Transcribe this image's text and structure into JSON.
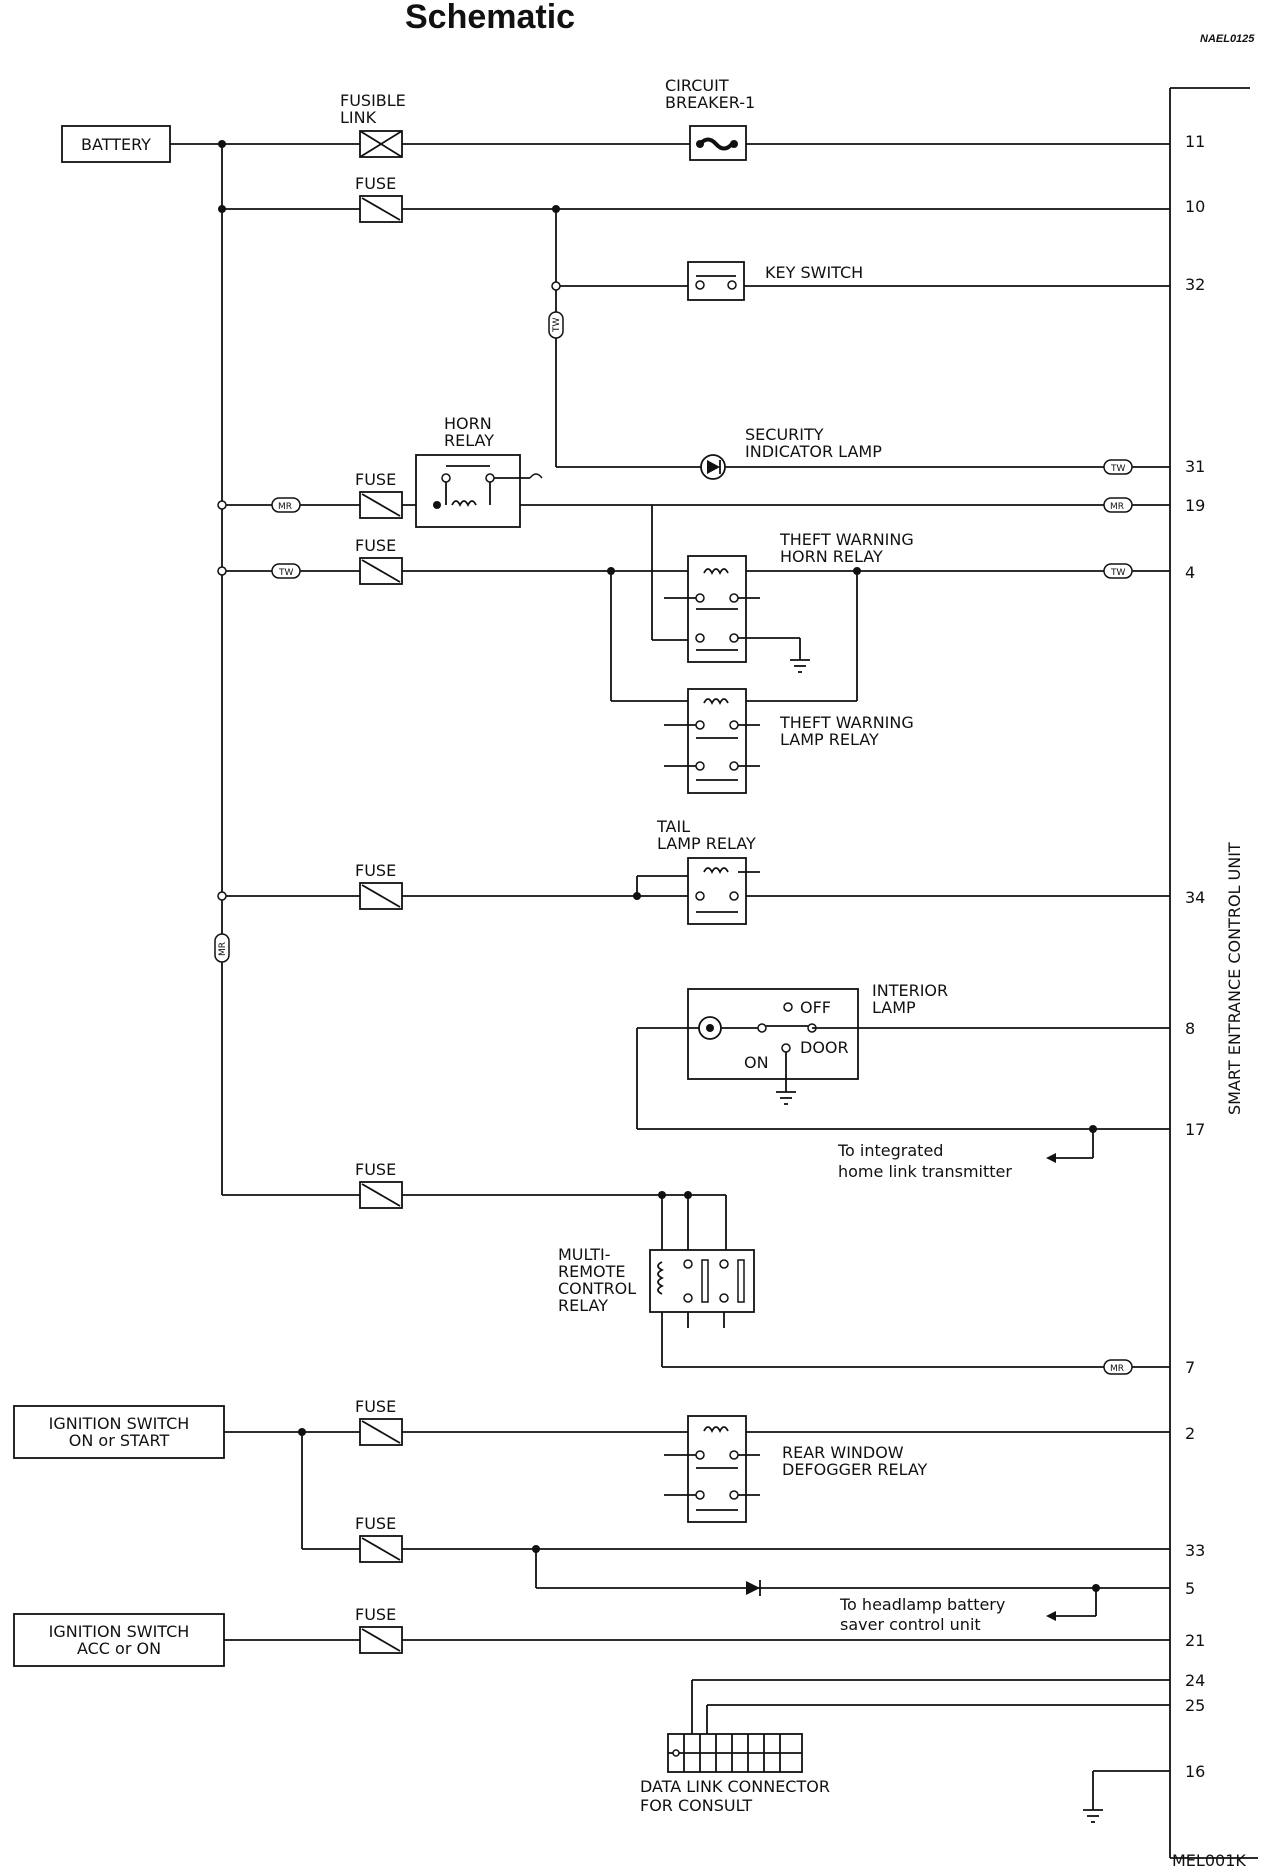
{
  "title": "Schematic",
  "ref_code": "NAEL0125",
  "figure_code": "MEL001K",
  "control_unit": "SMART ENTRANCE CONTROL UNIT",
  "sources": {
    "battery": "BATTERY",
    "ign_on_start": [
      "IGNITION SWITCH",
      "ON or START"
    ],
    "ign_acc_on": [
      "IGNITION SWITCH",
      "ACC or ON"
    ]
  },
  "labels": {
    "fusible_link": [
      "FUSIBLE",
      "LINK"
    ],
    "circuit_breaker": [
      "CIRCUIT",
      "BREAKER-1"
    ],
    "fuse": "FUSE",
    "key_switch": "KEY SWITCH",
    "security_lamp": [
      "SECURITY",
      "INDICATOR LAMP"
    ],
    "horn_relay": [
      "HORN",
      "RELAY"
    ],
    "theft_horn_relay": [
      "THEFT WARNING",
      "HORN RELAY"
    ],
    "theft_lamp_relay": [
      "THEFT WARNING",
      "LAMP RELAY"
    ],
    "tail_lamp_relay": [
      "TAIL",
      "LAMP RELAY"
    ],
    "interior_lamp": [
      "INTERIOR",
      "LAMP"
    ],
    "lamp_off": "OFF",
    "lamp_on": "ON",
    "lamp_door": "DOOR",
    "homelink": [
      "To integrated",
      "home link transmitter"
    ],
    "multi_remote": [
      "MULTI-",
      "REMOTE",
      "CONTROL",
      "RELAY"
    ],
    "rear_defogger": [
      "REAR WINDOW",
      "DEFOGGER RELAY"
    ],
    "headlamp_saver": [
      "To headlamp battery",
      "saver control unit"
    ],
    "data_link": [
      "DATA LINK CONNECTOR",
      "FOR CONSULT"
    ],
    "tag_tw": "TW",
    "tag_mr": "MR"
  },
  "pins": [
    "11",
    "10",
    "32",
    "31",
    "19",
    "4",
    "34",
    "8",
    "17",
    "7",
    "2",
    "33",
    "5",
    "21",
    "24",
    "25",
    "16"
  ]
}
